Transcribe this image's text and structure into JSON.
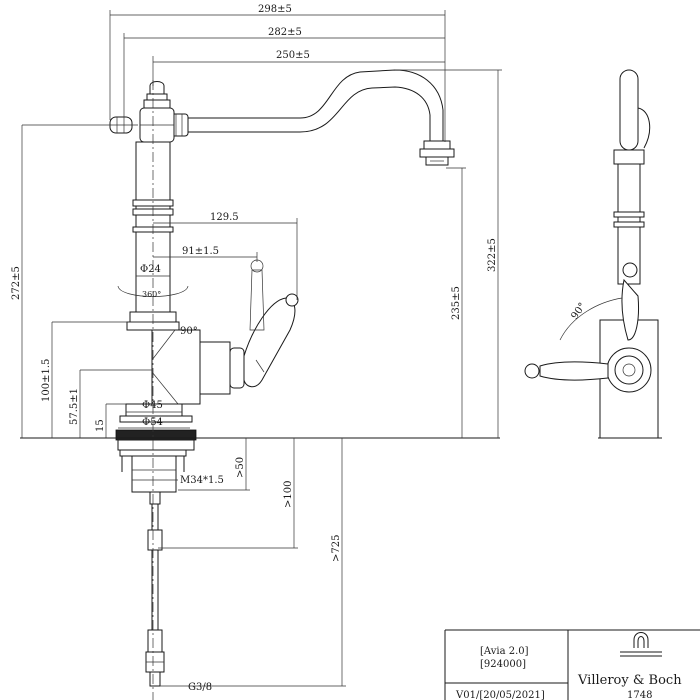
{
  "dimensions": {
    "d298": "298±5",
    "d282": "282±5",
    "d250": "250±5",
    "d129": "129.5",
    "d91": "91±1.5",
    "d24": "Φ24",
    "rot360": "360°",
    "angle90_front": "90°",
    "angle90_side": "90°",
    "d45": "Φ45",
    "d54": "Φ54",
    "m34": "M34*1.5",
    "d272": "272±5",
    "d100": "100±1.5",
    "d57": "57.5±1",
    "d15": "15",
    "d235": "235±5",
    "d322": "322±5",
    "d50": ">50",
    "d100b": ">100",
    "d725": ">725",
    "g38": "G3/8"
  },
  "title_block": {
    "model": "[Avia 2.0]",
    "code": "[924000]",
    "version": "V01/[20/05/2021]",
    "brand": "Villeroy & Boch",
    "year": "1748"
  },
  "colors": {
    "line": "#1a1a1a",
    "background": "#ffffff"
  },
  "icons": {
    "brand_logo": "villeroy-boch-arch-logo"
  }
}
